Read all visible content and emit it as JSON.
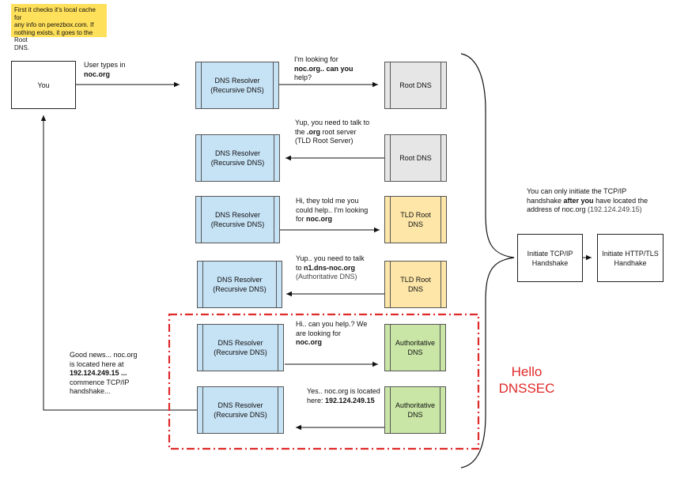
{
  "sticky_note": {
    "lines": [
      "First it checks it's local cache for",
      "any info on perezbox.com. If",
      "nothing exists, it goes to the Root",
      "DNS."
    ]
  },
  "you_box": {
    "label": "You"
  },
  "user_types": {
    "line1": "User types in",
    "line2": "noc.org"
  },
  "resolver": {
    "title": "DNS Resolver",
    "subtitle": "(Recursive DNS)"
  },
  "root_dns": {
    "label": "Root DNS"
  },
  "tld_root": {
    "line1": "TLD Root",
    "line2": "DNS"
  },
  "authoritative": {
    "line1": "Authoritative",
    "line2": "DNS"
  },
  "messages": {
    "m1": {
      "line1": "I'm looking for",
      "line2": "noc.org.. can you",
      "line3": "help?"
    },
    "m2": {
      "line1": "Yup, you need to talk to",
      "line2_pre": "the ",
      "line2_bold": ".org",
      "line2_post": " root server",
      "line3": "(TLD Root Server)"
    },
    "m3": {
      "line1": "Hi, they told me you",
      "line2": "could help.. I'm looking",
      "line3_pre": "for ",
      "line3_bold": "noc.org"
    },
    "m4": {
      "line1": "Yup.. you need to talk",
      "line2_pre": "to ",
      "line2_bold": "n1.dns-noc.org",
      "line3": "(Authoritative DNS)"
    },
    "m5": {
      "line1": "Hi.. can you help.? We",
      "line2": "are looking for",
      "line3": "noc.org"
    },
    "m6": {
      "line1": "Yes.. noc.org is located",
      "line2_pre": "here: ",
      "line2_bold": "192.124.249.15"
    }
  },
  "good_news": {
    "line1": "Good news...  noc.org",
    "line2": "is located here at",
    "line3": "192.124.249.15 ...",
    "line4": "commence TCP/IP",
    "line5": "handshake..."
  },
  "tcp_note": {
    "line1": "You can only initiate the TCP/IP",
    "line2_pre": "handshake ",
    "line2_bold": "after you",
    "line2_post": "  have located the",
    "line3_pre": "address of noc.org",
    "line3_muted": " (192.124.249.15)"
  },
  "tcp_box": {
    "line1": "Initiate TCP/IP",
    "line2": "Handshake"
  },
  "tls_box": {
    "line1": "Initiate HTTP/TLS",
    "line2": "Handhake"
  },
  "dnssec": {
    "line1": "Hello",
    "line2": "DNSSEC"
  },
  "colors": {
    "resolver": "#c6e2f5",
    "root": "#e6e6e6",
    "tld": "#fde6a8",
    "auth": "#c9e6a6",
    "sticky": "#ffe05a",
    "dnssec_red": "#e02a2a"
  }
}
